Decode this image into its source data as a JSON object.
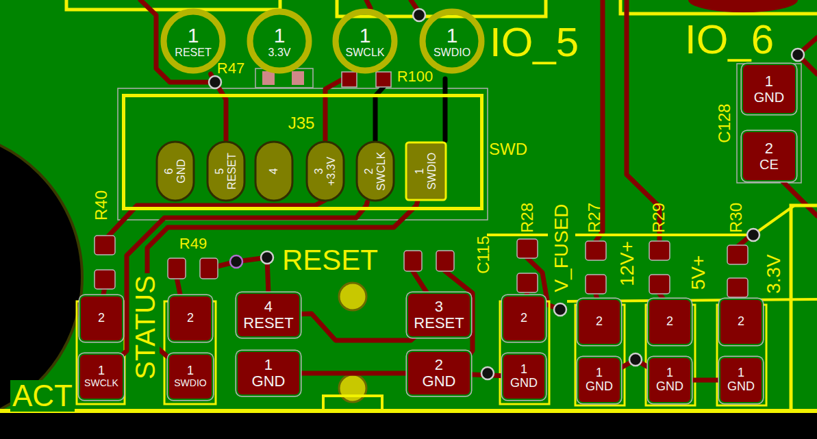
{
  "diagram": {
    "nodes": [
      {
        "text": [
          "1",
          "RESET"
        ]
      },
      {
        "text": [
          "1",
          "3.3V"
        ]
      },
      {
        "text": [
          "1",
          "SWCLK"
        ]
      },
      {
        "text": [
          "1",
          "SWDIO"
        ]
      },
      {
        "text": [
          "1",
          "GND"
        ]
      },
      {
        "text": [
          "J35"
        ]
      },
      {
        "text": [
          "6",
          "GND"
        ],
        "in": 5
      },
      {
        "text": [
          "5",
          "RESET"
        ],
        "in": 5
      },
      {
        "text": [
          "4"
        ],
        "in": 5
      },
      {
        "text": [
          "3",
          "+3.3V"
        ],
        "in": 5
      },
      {
        "text": [
          "2",
          "SWCLK"
        ],
        "in": 5
      },
      {
        "text": [
          "1",
          "SWDIO"
        ],
        "in": 5
      },
      {
        "text": [
          "2",
          "CE"
        ]
      },
      {
        "text": [
          "4",
          "RESET"
        ]
      },
      {
        "text": [
          "3",
          "RESET"
        ]
      },
      {
        "text": [
          "2"
        ]
      },
      {
        "text": [
          "2"
        ]
      },
      {
        "text": [
          "2"
        ]
      },
      {
        "text": [
          "2"
        ]
      },
      {
        "text": [
          "2"
        ]
      },
      {
        "text": [
          "2"
        ]
      },
      {
        "text": [
          "1",
          "GND"
        ]
      },
      {
        "text": [
          "2",
          "GND"
        ]
      },
      {
        "text": [
          "1",
          "SWCLK"
        ]
      },
      {
        "text": [
          "1",
          "SWDIO"
        ]
      },
      {
        "text": [
          "1",
          "GND"
        ]
      },
      {
        "text": [
          "1",
          "GND"
        ]
      },
      {
        "text": [
          "1",
          "GND"
        ]
      },
      {
        "text": [
          "1",
          "GND"
        ]
      }
    ],
    "edges": [
      {
        "from": 10,
        "to": 23,
        "arrow": "none"
      },
      {
        "from": 11,
        "to": 24,
        "arrow": "none"
      },
      {
        "from": 7,
        "to": 0,
        "arrow": "none"
      },
      {
        "from": 13,
        "to": 14,
        "arrow": "none"
      },
      {
        "from": 21,
        "to": 22,
        "arrow": "none"
      },
      {
        "from": 22,
        "to": 25,
        "arrow": "none"
      },
      {
        "from": 26,
        "to": 27,
        "arrow": "none"
      },
      {
        "from": 27,
        "to": 28,
        "arrow": "none"
      }
    ],
    "labels": [
      "R47",
      "R100",
      "IO_5",
      "IO_6",
      "C128",
      "SWD",
      "R40",
      "R49",
      "RESET",
      "C115",
      "R28",
      "V_FUSED",
      "R27",
      "12V+",
      "R29",
      "5V+",
      "R30",
      "3.3V",
      "STATUS",
      "ACT"
    ]
  }
}
